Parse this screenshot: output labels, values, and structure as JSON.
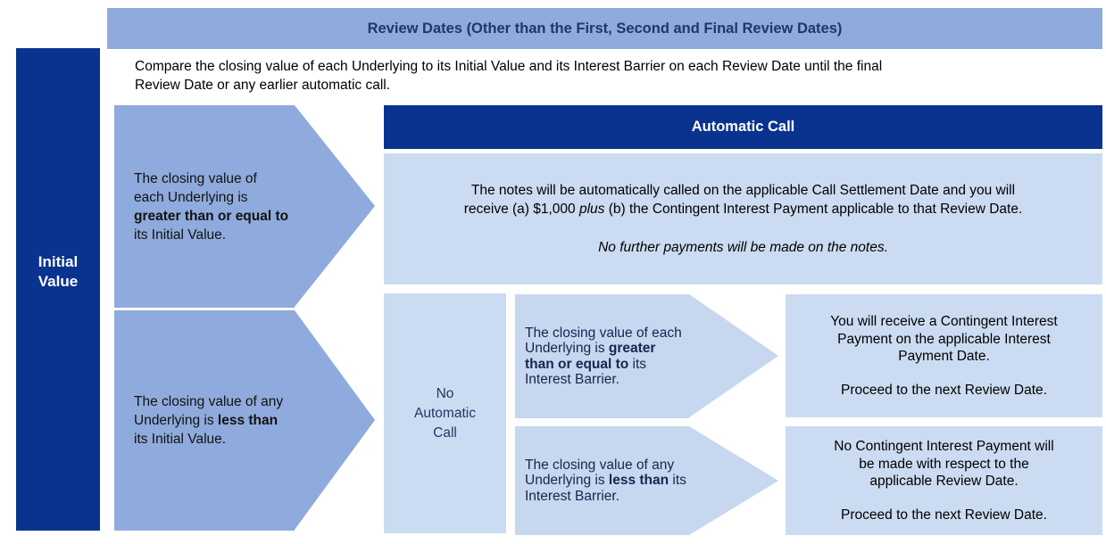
{
  "colors": {
    "navy": "#0A3390",
    "medium_blue": "#8FAADC",
    "light_blue": "#CBDBF1",
    "arrow_light_blue": "#C6D7EF",
    "header_text": "#1F3864",
    "body_text": "#0D0D0D"
  },
  "title_bar": {
    "label": "Review Dates (Other than the First, Second and Final Review Dates)"
  },
  "left_bar": {
    "label": "Initial\nValue"
  },
  "intro": {
    "text": "Compare the closing value of each Underlying to its Initial Value and its Interest Barrier on each Review Date until the final\nReview Date or any earlier automatic call."
  },
  "upper_branch": {
    "condition": {
      "pre": "The closing value of\neach Underlying is\n",
      "bold": "greater than or equal to",
      "post": "\nits Initial Value."
    },
    "header": "Automatic Call",
    "body": {
      "line1_pre": "The notes will be automatically called on the applicable Call Settlement Date and you will\nreceive (a) $1,000 ",
      "line1_italic": "plus",
      "line1_post": " (b) the Contingent Interest Payment applicable to that Review Date.",
      "line2_italic": "No further payments will be made on the notes."
    }
  },
  "lower_branch": {
    "condition": {
      "pre": "The closing value of any\nUnderlying is ",
      "bold": "less than",
      "post": "\nits Initial Value."
    },
    "no_call_label": "No\nAutomatic\nCall",
    "sub_upper": {
      "condition": {
        "pre": "The closing value of each\nUnderlying is ",
        "bold": "greater\nthan or equal to",
        "post": " its\nInterest Barrier."
      },
      "outcome": {
        "main": "You will receive a Contingent Interest\nPayment on the applicable Interest\nPayment Date.",
        "proceed": "Proceed to the next Review Date."
      }
    },
    "sub_lower": {
      "condition": {
        "pre": "The closing value of any\nUnderlying is ",
        "bold": "less than",
        "post": " its\nInterest Barrier."
      },
      "outcome": {
        "main": "No Contingent Interest Payment will\nbe made with respect to the\napplicable Review Date.",
        "proceed": "Proceed to the next Review Date."
      }
    }
  }
}
